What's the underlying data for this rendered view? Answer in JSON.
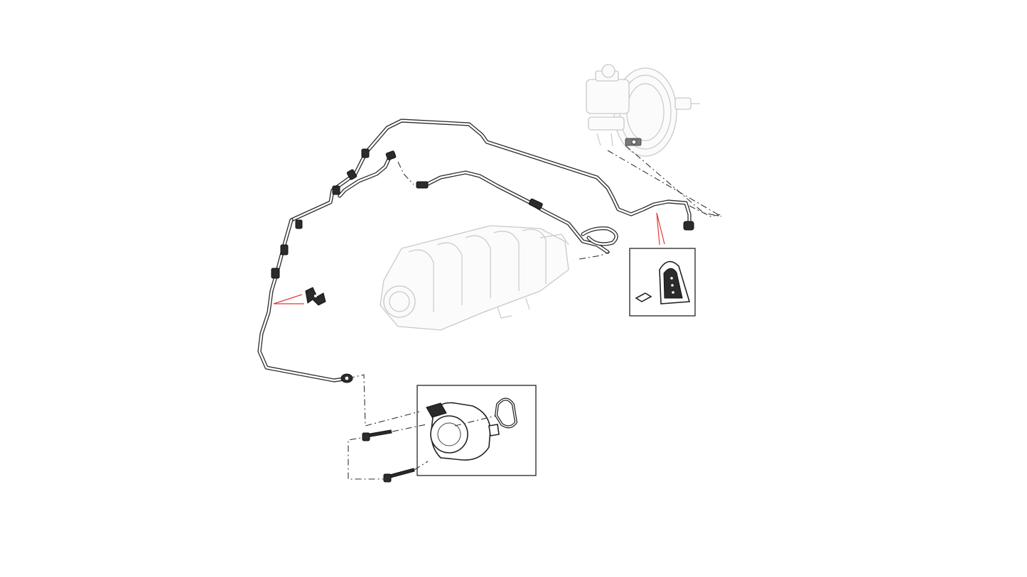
{
  "diagram": {
    "components": [
      "brake-booster-master-cylinder",
      "vacuum-hose-assembly",
      "intake-manifold",
      "vacuum-pump",
      "pump-gasket",
      "pump-bolts",
      "hose-clip",
      "hose-bracket"
    ],
    "colors": {
      "line_art": "#2b2b2b",
      "ghost_parts": "#c9c9c9",
      "leader_lines": "#e53935",
      "background": "#ffffff"
    },
    "insets": [
      "bracket-detail-inset",
      "vacuum-pump-inset"
    ]
  }
}
